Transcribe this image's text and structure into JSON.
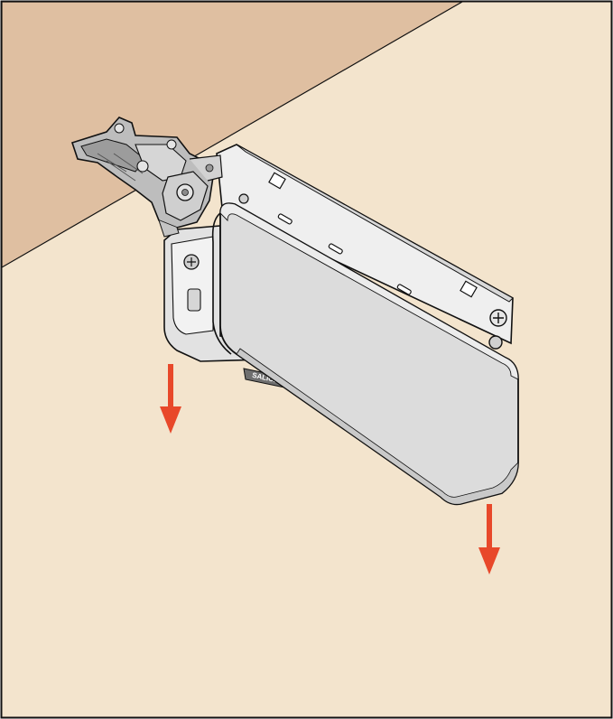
{
  "colors": {
    "wall": "#f3e4cd",
    "ceiling": "#dfbfa1",
    "outline": "#111111",
    "housing": "#dcdcdc",
    "housing_shade": "#c9c9c9",
    "plate": "#efefef",
    "hardware": "#bdbdbd",
    "hardware_dark": "#8a8a8a",
    "arrow": "#e8482a",
    "badge": "#6f6f6f"
  },
  "diagram": {
    "logo_text": "SALICE",
    "arrows": [
      {
        "name": "left-down-arrow",
        "direction": "down"
      },
      {
        "name": "right-down-arrow",
        "direction": "down"
      }
    ]
  }
}
